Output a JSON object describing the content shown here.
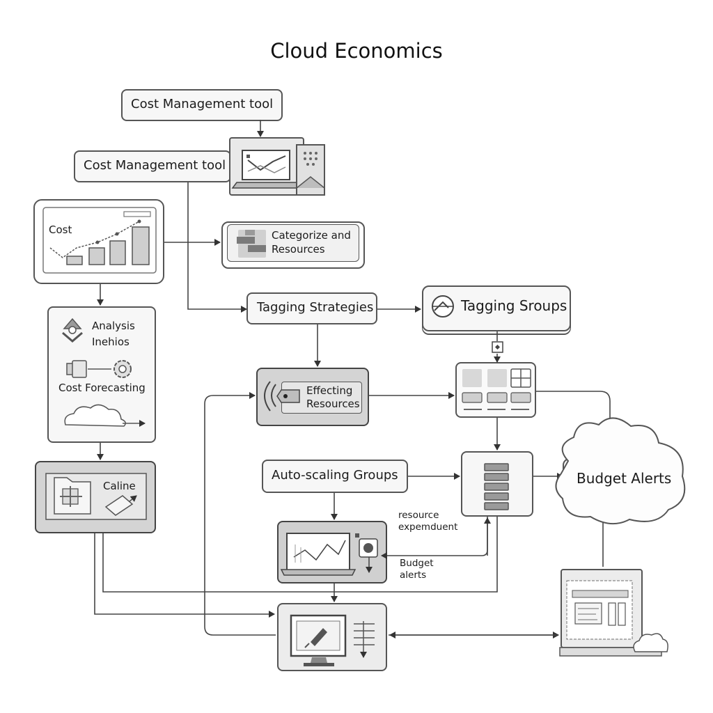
{
  "title": "Cloud Economics",
  "nodes": {
    "cost_mgmt_top": "Cost Management tool",
    "cost_mgmt": "Cost Management tool",
    "cost_chart": "Cost",
    "categorize": "Categorize and Resources",
    "categorize_line1": "Categorize and",
    "categorize_line2": "Resources",
    "tagging_strategies": "Tagging Strategies",
    "tagging_groups": "Tagging Sroups",
    "analysis_line1": "Analysis",
    "analysis_line2": "Inehios",
    "cost_forecasting": "Cost Forecasting",
    "effecting_line1": "Effecting",
    "effecting_line2": "Resources",
    "caline": "Caline",
    "auto_scaling": "Auto-scaling Groups",
    "budget_alerts": "Budget Alerts",
    "resource_line1": "resource",
    "resource_line2": "expemduent",
    "budget_small_line1": "Budget",
    "budget_small_line2": "alerts"
  },
  "icons": [
    "laptop-chart-icon",
    "server-cabinet-icon",
    "bar-chart-icon",
    "tag-icon",
    "recycle-icon",
    "gear-icon",
    "cloud-icon",
    "flowchart-icon",
    "dashboard-grid-icon",
    "server-stack-icon",
    "monitor-chart-icon",
    "desktop-rocket-icon",
    "report-laptop-icon",
    "cloud-small-icon"
  ]
}
